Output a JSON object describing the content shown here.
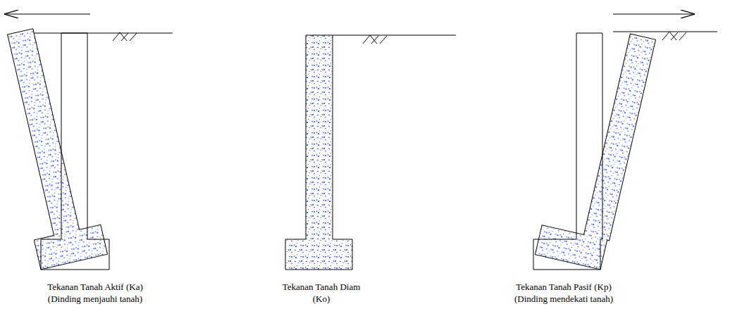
{
  "diagram": {
    "labels": [
      "Tekanan Tanah Aktif (Ka)",
      "(Dinding menjauhi tanah)",
      "Tekanan Tanah Diam",
      "(Ko)",
      "Tekanan Tanah Pasif (Kp)",
      "(Dinding mendekati tanah)"
    ]
  }
}
